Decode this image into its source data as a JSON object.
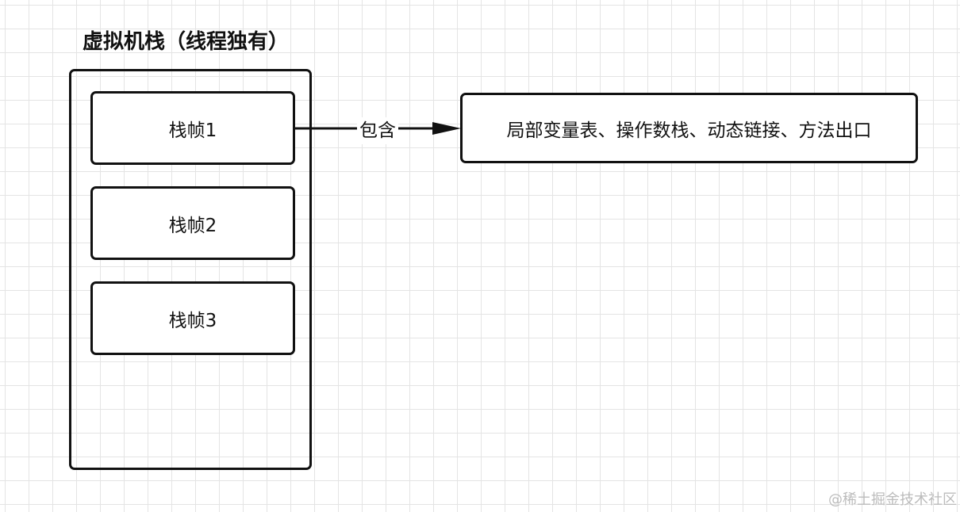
{
  "diagram": {
    "title": "虚拟机栈（线程独有）",
    "frames": [
      {
        "label": "栈帧1"
      },
      {
        "label": "栈帧2"
      },
      {
        "label": "栈帧3"
      }
    ],
    "edge_label": "包含",
    "contents_label": "局部变量表、操作数栈、动态链接、方法出口"
  },
  "watermark": "@稀土掘金技术社区",
  "colors": {
    "stroke": "#111111",
    "grid": "#e4e4e4",
    "background": "#ffffff",
    "watermark": "#bcbcbc"
  }
}
